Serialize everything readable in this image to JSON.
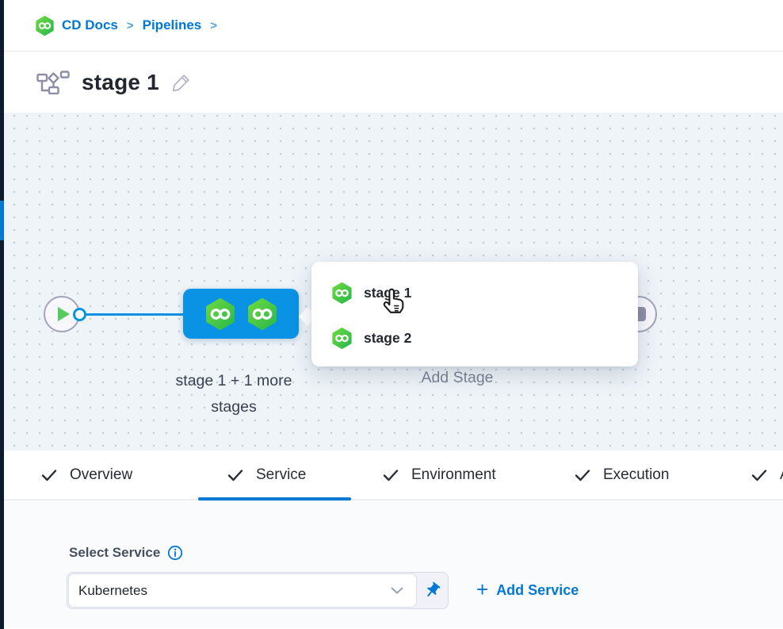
{
  "colors": {
    "primary_blue": "#0278d5",
    "node_blue": "#0a92e4",
    "harness_green_light": "#6cd93f",
    "harness_green_dark": "#2ab84c",
    "canvas_bg": "#eef4f8",
    "strip_navy": "#0c1b2e",
    "text_dark": "#22272f"
  },
  "breadcrumb": {
    "separator": ">",
    "items": [
      {
        "label": "CD Docs"
      },
      {
        "label": "Pipelines"
      }
    ]
  },
  "header": {
    "title": "stage 1"
  },
  "canvas": {
    "stage_label_line1": "stage 1 + 1 more",
    "stage_label_line2": "stages",
    "add_stage_label": "Add Stage",
    "popup_items": [
      {
        "label": "stage 1"
      },
      {
        "label": "stage 2"
      }
    ]
  },
  "tabs": {
    "active": "Service",
    "items": [
      {
        "label": "Overview"
      },
      {
        "label": "Service"
      },
      {
        "label": "Environment"
      },
      {
        "label": "Execution"
      },
      {
        "label": "Advanced"
      }
    ]
  },
  "service_section": {
    "label": "Select Service",
    "select_value": "Kubernetes",
    "plus": "+",
    "add_service_label": "Add Service"
  }
}
